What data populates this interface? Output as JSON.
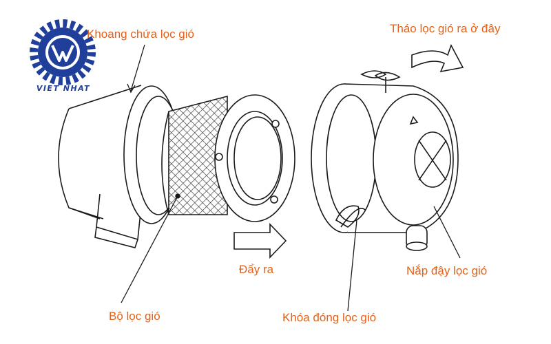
{
  "logo": {
    "text": "VIET NHAT",
    "color": "#1f3f9a"
  },
  "labels": {
    "housing": "Khoang chứa lọc gió",
    "remove": "Tháo lọc gió ra ở đây",
    "push_out": "Đẩy ra",
    "cover": "Nắp đậy lọc gió",
    "element": "Bộ lọc gió",
    "lock": "Khóa đóng lọc gió"
  },
  "colors": {
    "label": "#e2621b",
    "line": "#1a1a1a",
    "logo": "#1f3f9a"
  }
}
